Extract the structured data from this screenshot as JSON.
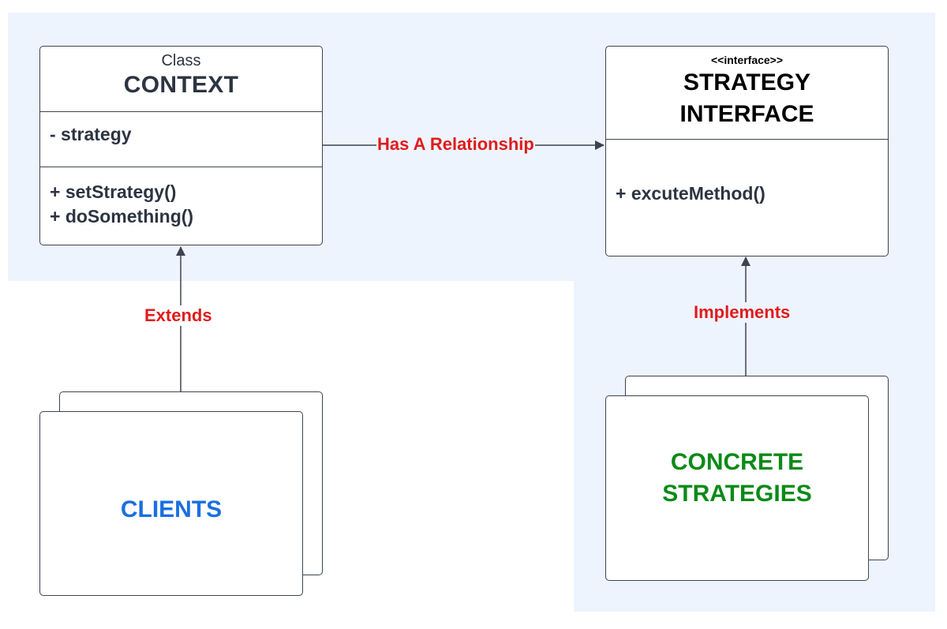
{
  "colors": {
    "region_fill": "#eef4fe",
    "stroke": "#3d4350",
    "relation_label": "#e01b1b",
    "clients_text": "#1a6fe0",
    "concrete_text": "#0b8a17"
  },
  "context": {
    "stereotype": "Class",
    "name": "CONTEXT",
    "attributes": [
      "- strategy"
    ],
    "methods": [
      "+ setStrategy()",
      "+ doSomething()"
    ]
  },
  "strategy_interface": {
    "stereotype": "<<interface>>",
    "name_lines": [
      "STRATEGY",
      "INTERFACE"
    ],
    "methods": [
      "+ excuteMethod()"
    ]
  },
  "clients": {
    "label": "CLIENTS"
  },
  "concrete_strategies": {
    "label_lines": [
      "CONCRETE",
      "STRATEGIES"
    ]
  },
  "relations": {
    "has_a": "Has A Relationship",
    "extends": "Extends",
    "implements": "Implements"
  }
}
